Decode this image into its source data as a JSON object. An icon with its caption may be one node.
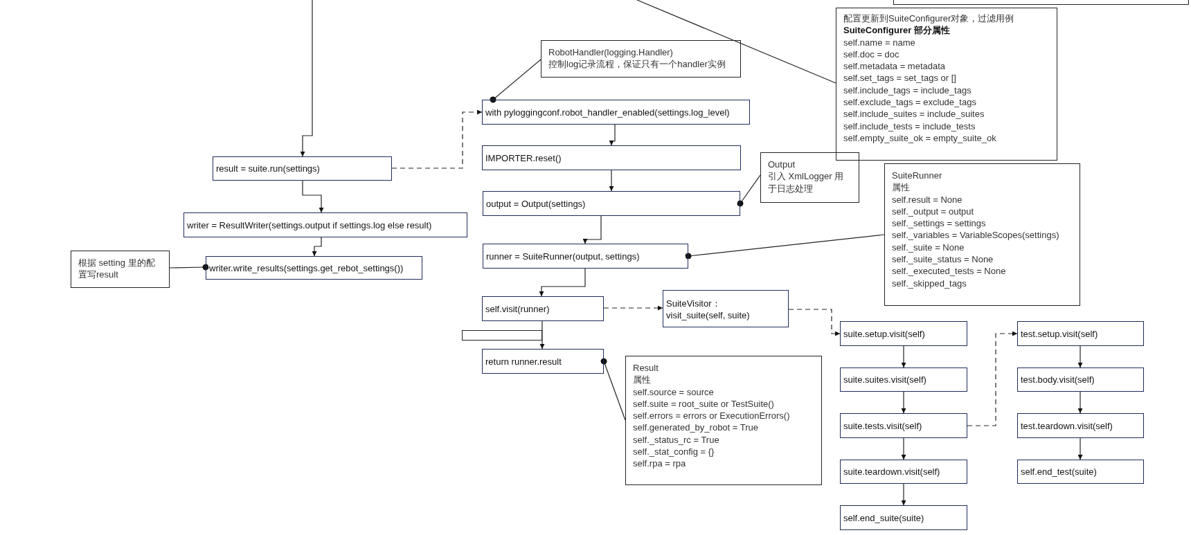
{
  "diagram": {
    "nodes": [
      {
        "text": [],
        "shape": "box"
      },
      {
        "text": [
          "RobotHandler(logging.Handler)",
          "控制log记录流程，保证只有一个handler实例"
        ]
      },
      {
        "text": [
          "配置更新到SuiteConfigurer对象，过滤用例",
          "SuiteConfigurer 部分属性",
          "self.name = name",
          "self.doc = doc",
          "self.metadata = metadata",
          "self.set_tags = set_tags or []",
          "self.include_tags = include_tags",
          "self.exclude_tags = exclude_tags",
          "self.include_suites = include_suites",
          "self.include_tests = include_tests",
          "self.empty_suite_ok = empty_suite_ok"
        ]
      },
      {
        "text": [
          "with pyloggingconf.robot_handler_enabled(settings.log_level)"
        ]
      },
      {
        "text": [
          "result = suite.run(settings)"
        ]
      },
      {
        "text": [
          "IMPORTER.reset()"
        ]
      },
      {
        "text": [
          "Output",
          "引入 XmlLogger 用于日志处理"
        ]
      },
      {
        "text": [
          "output = Output(settings)"
        ]
      },
      {
        "text": [
          "SuiteRunner",
          "属性",
          "self.result = None",
          "self._output = output",
          "self._settings = settings",
          "self._variables = VariableScopes(settings)",
          "self._suite = None",
          "self._suite_status = None",
          "self._executed_tests = None",
          "self._skipped_tags"
        ]
      },
      {
        "text": [
          "writer = ResultWriter(settings.output if settings.log else result)"
        ]
      },
      {
        "text": [
          "根据 setting 里的配置写result"
        ]
      },
      {
        "text": [
          "writer.write_results(settings.get_rebot_settings())"
        ]
      },
      {
        "text": [
          "runner = SuiteRunner(output, settings)"
        ]
      },
      {
        "text": [
          "self.visit(runner)"
        ]
      },
      {
        "text": [
          "SuiteVisitor：",
          "visit_suite(self, suite)"
        ]
      },
      {
        "text": [],
        "shape": "box"
      },
      {
        "text": [
          "suite.setup.visit(self)"
        ]
      },
      {
        "text": [
          "test.setup.visit(self)"
        ]
      },
      {
        "text": [
          "return runner.result"
        ]
      },
      {
        "text": [
          "Result",
          "属性",
          "self.source = source",
          "self.suite = root_suite or TestSuite()",
          "self.errors = errors or ExecutionErrors()",
          "self.generated_by_robot = True",
          "self._status_rc = True",
          "self._stat_config = {}",
          "self.rpa = rpa"
        ]
      },
      {
        "text": [
          "suite.suites.visit(self)"
        ]
      },
      {
        "text": [
          "test.body.visit(self)"
        ]
      },
      {
        "text": [
          "suite.tests.visit(self)"
        ]
      },
      {
        "text": [
          "test.teardown.visit(self)"
        ]
      },
      {
        "text": [
          "suite.teardown.visit(self)"
        ]
      },
      {
        "text": [
          "self.end_test(suite)"
        ]
      },
      {
        "text": [
          "self.end_suite(suite)"
        ]
      }
    ],
    "edges": [
      {
        "from": null,
        "to": 4,
        "arrow": "to"
      },
      {
        "from": 4,
        "to": 3,
        "arrow": "to",
        "style": "dashed"
      },
      {
        "from": 1,
        "to": 3,
        "arrow": "other"
      },
      {
        "from": null,
        "to": 2,
        "arrow": "none"
      },
      {
        "from": 3,
        "to": 5,
        "arrow": "to"
      },
      {
        "from": 5,
        "to": 7,
        "arrow": "to"
      },
      {
        "from": 6,
        "to": 7,
        "arrow": "other"
      },
      {
        "from": 7,
        "to": 12,
        "arrow": "to"
      },
      {
        "from": 8,
        "to": 12,
        "arrow": "other"
      },
      {
        "from": 4,
        "to": 9,
        "arrow": "to"
      },
      {
        "from": 9,
        "to": 11,
        "arrow": "to"
      },
      {
        "from": 10,
        "to": 11,
        "arrow": "other"
      },
      {
        "from": 12,
        "to": 13,
        "arrow": "to"
      },
      {
        "from": 13,
        "to": 14,
        "arrow": "to",
        "style": "dashed"
      },
      {
        "from": 13,
        "to": 18,
        "arrow": "to"
      },
      {
        "from": 19,
        "to": 18,
        "arrow": "other"
      },
      {
        "from": 14,
        "to": 16,
        "arrow": "to",
        "style": "dashed"
      },
      {
        "from": 16,
        "to": 20,
        "arrow": "to"
      },
      {
        "from": 20,
        "to": 22,
        "arrow": "to"
      },
      {
        "from": 22,
        "to": 24,
        "arrow": "to"
      },
      {
        "from": 24,
        "to": 26,
        "arrow": "to"
      },
      {
        "from": 22,
        "to": 17,
        "arrow": "to",
        "style": "dashed"
      },
      {
        "from": 17,
        "to": 21,
        "arrow": "to"
      },
      {
        "from": 21,
        "to": 23,
        "arrow": "to"
      },
      {
        "from": 23,
        "to": 25,
        "arrow": "to"
      }
    ]
  }
}
